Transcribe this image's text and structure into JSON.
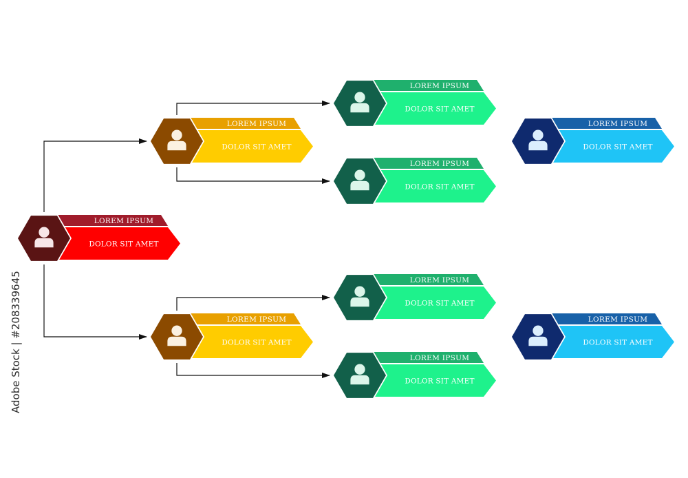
{
  "colors": {
    "red": {
      "hex": "#5a1414",
      "band": "#a01c2b",
      "body": "#ff0000"
    },
    "amber": {
      "hex": "#8b4a00",
      "band": "#e8a000",
      "body": "#ffcc00"
    },
    "green": {
      "hex": "#12604a",
      "band": "#1fb06d",
      "body": "#1ef28c"
    },
    "blue": {
      "hex": "#0f2a6e",
      "band": "#1861a8",
      "body": "#1fc4f6"
    },
    "icon_red": "#f7e6e8",
    "icon_amber": "#fbf1e2",
    "icon_green": "#dcf6ea",
    "icon_blue": "#dbeefd",
    "connector": "#111111"
  },
  "nodes": [
    {
      "id": "root",
      "color": "red",
      "icon": "person-icon",
      "title": "LOREM IPSUM",
      "subtitle": "DOLOR SIT AMET"
    },
    {
      "id": "mid1",
      "color": "amber",
      "icon": "person-icon",
      "title": "LOREM IPSUM",
      "subtitle": "DOLOR SIT AMET"
    },
    {
      "id": "mid2",
      "color": "amber",
      "icon": "person-icon",
      "title": "LOREM IPSUM",
      "subtitle": "DOLOR SIT AMET"
    },
    {
      "id": "leaf1",
      "color": "green",
      "icon": "person-icon",
      "title": "LOREM IPSUM",
      "subtitle": "DOLOR SIT AMET"
    },
    {
      "id": "leaf2",
      "color": "green",
      "icon": "person-icon",
      "title": "LOREM IPSUM",
      "subtitle": "DOLOR SIT AMET"
    },
    {
      "id": "leaf3",
      "color": "green",
      "icon": "person-icon",
      "title": "LOREM IPSUM",
      "subtitle": "DOLOR SIT AMET"
    },
    {
      "id": "leaf4",
      "color": "green",
      "icon": "person-icon",
      "title": "LOREM IPSUM",
      "subtitle": "DOLOR SIT AMET"
    },
    {
      "id": "side1",
      "color": "blue",
      "icon": "person-icon",
      "title": "LOREM IPSUM",
      "subtitle": "DOLOR SIT AMET"
    },
    {
      "id": "side2",
      "color": "blue",
      "icon": "person-icon",
      "title": "LOREM IPSUM",
      "subtitle": "DOLOR SIT AMET"
    }
  ],
  "edges": [
    {
      "from": "root",
      "to": "mid1"
    },
    {
      "from": "root",
      "to": "mid2"
    },
    {
      "from": "mid1",
      "to": "leaf1"
    },
    {
      "from": "mid1",
      "to": "leaf2"
    },
    {
      "from": "mid2",
      "to": "leaf3"
    },
    {
      "from": "mid2",
      "to": "leaf4"
    }
  ],
  "watermark": "Adobe Stock | #208339645"
}
